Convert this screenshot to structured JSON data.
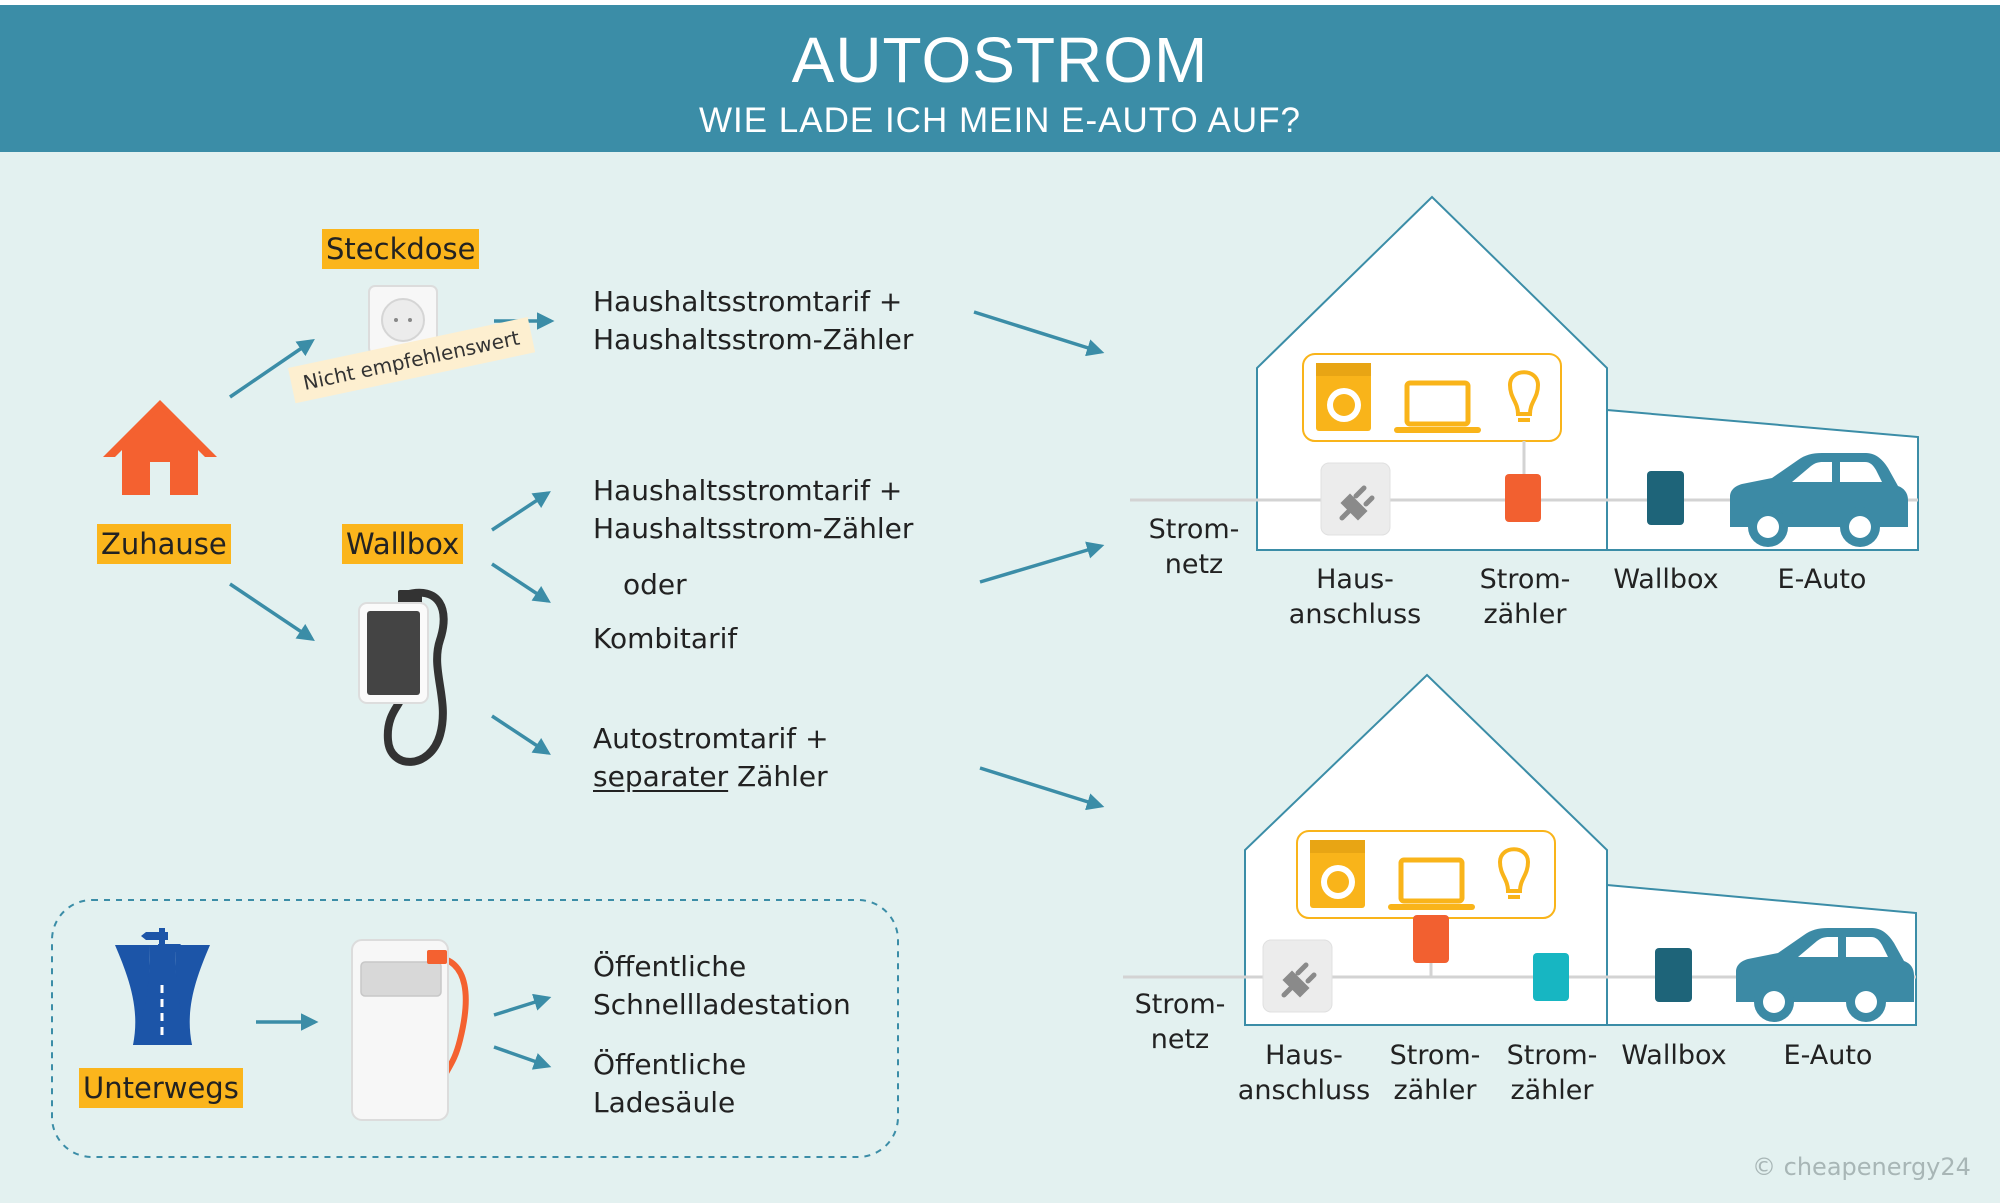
{
  "header": {
    "title": "AUTOSTROM",
    "subtitle": "WIE LADE ICH MEIN E-AUTO AUF?"
  },
  "left": {
    "zuhause": "Zuhause",
    "steckdose": "Steckdose",
    "note": "Nicht empfehlenswert",
    "wallbox": "Wallbox",
    "unterwegs": "Unterwegs"
  },
  "options": {
    "socket_line1": "Haushaltsstromtarif +",
    "socket_line2": "Haushaltsstrom-Zähler",
    "wallbox_line1": "Haushaltsstromtarif +",
    "wallbox_line2": "Haushaltsstrom-Zähler",
    "oder": "oder",
    "kombitarif": "Kombitarif",
    "auto_line1": "Autostromtarif +",
    "auto_underlined": "separater",
    "auto_rest": " Zähler",
    "public1_line1": "Öffentliche",
    "public1_line2": "Schnellladestation",
    "public2_line1": "Öffentliche",
    "public2_line2": "Ladesäule"
  },
  "house1": {
    "stromnetz_l1": "Strom-",
    "stromnetz_l2": "netz",
    "hausanschluss_l1": "Haus-",
    "hausanschluss_l2": "anschluss",
    "zaehler_l1": "Strom-",
    "zaehler_l2": "zähler",
    "wallbox": "Wallbox",
    "eauto": "E-Auto"
  },
  "house2": {
    "stromnetz_l1": "Strom-",
    "stromnetz_l2": "netz",
    "hausanschluss_l1": "Haus-",
    "hausanschluss_l2": "anschluss",
    "zaehler1_l1": "Strom-",
    "zaehler1_l2": "zähler",
    "zaehler2_l1": "Strom-",
    "zaehler2_l2": "zähler",
    "wallbox": "Wallbox",
    "eauto": "E-Auto"
  },
  "footer": {
    "copyright": "cheapenergy24"
  },
  "colors": {
    "header": "#3b8da7",
    "panel": "#e3f1f0",
    "highlight": "#fbb51c",
    "home": "#f46130",
    "meter": "#f26030",
    "meter2": "#17b6c2",
    "wallbox": "#1e6479",
    "car": "#3c8aa5",
    "arrow": "#3b8da7",
    "appliance": "#f9b41a",
    "road": "#1c55a8"
  }
}
